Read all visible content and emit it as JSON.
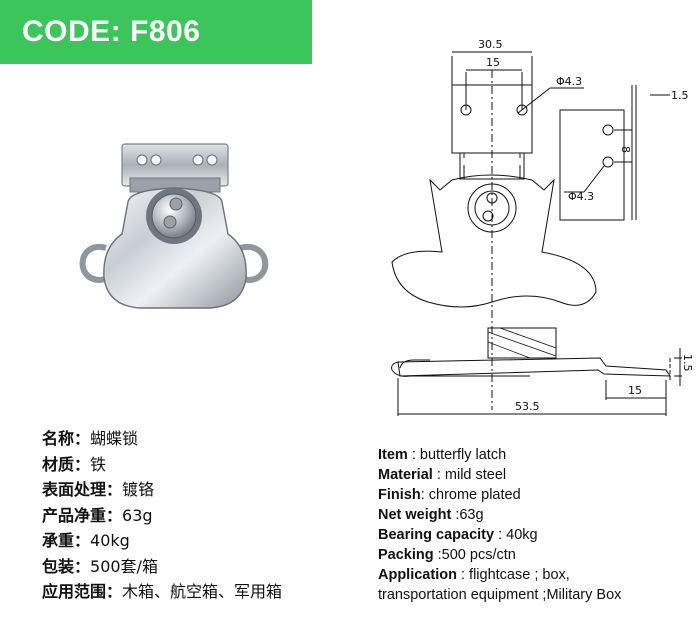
{
  "banner": {
    "code": "CODE: F806"
  },
  "drawing": {
    "dim_total_width": "30.5",
    "dim_hole_spacing": "15",
    "dim_hole_dia_top": "Φ4.3",
    "dim_thickness": "1.5",
    "dim_hole_pitch": "8",
    "dim_hole_dia_side": "Φ4.3",
    "dim_height": "1.5",
    "dim_length": "53.5",
    "dim_tail": "15"
  },
  "specs_cn": [
    {
      "key": "名称：",
      "value": "蝴蝶锁"
    },
    {
      "key": "材质：",
      "value": "铁"
    },
    {
      "key": "表面处理：",
      "value": "镀铬"
    },
    {
      "key": "产品净重：",
      "value": "63g"
    },
    {
      "key": "承重：",
      "value": "40kg"
    },
    {
      "key": "包装：",
      "value": "500套/箱"
    },
    {
      "key": "应用范围：",
      "value": "木箱、航空箱、军用箱"
    }
  ],
  "specs_en": [
    {
      "key": "Item",
      "value": " : butterfly latch"
    },
    {
      "key": "Material",
      "value": " : mild steel"
    },
    {
      "key": "Finish",
      "value": ": chrome plated"
    },
    {
      "key": "Net weight",
      "value": " :63g"
    },
    {
      "key": "Bearing capacity",
      "value": " : 40kg"
    },
    {
      "key": "Packing",
      "value": " :500 pcs/ctn"
    },
    {
      "key": "Application",
      "value": " : flightcase ; box,"
    },
    {
      "key": "",
      "value": "transportation equipment ;Military Box"
    }
  ]
}
